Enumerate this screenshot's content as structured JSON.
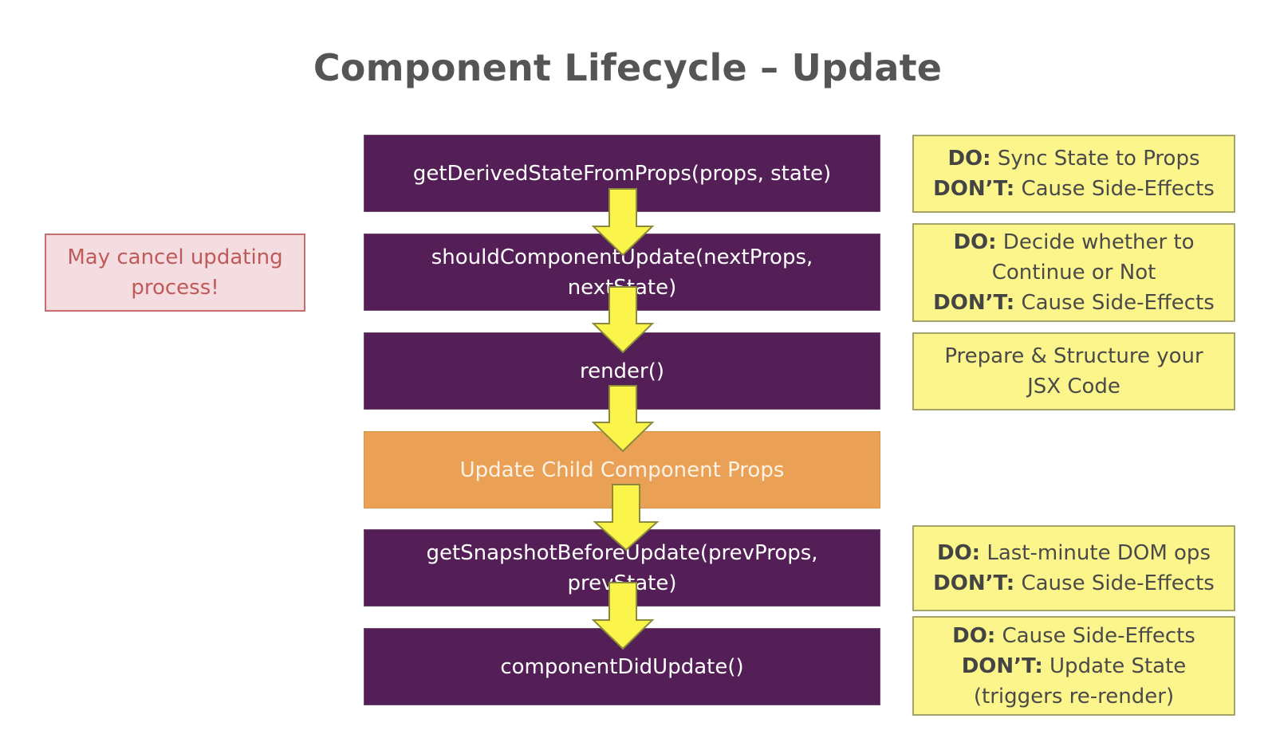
{
  "title": "Component Lifecycle – Update",
  "warning": {
    "line1": "May cancel updating",
    "line2": "process!"
  },
  "steps": [
    {
      "line1": "getDerivedStateFromProps(props, state)",
      "line2": ""
    },
    {
      "line1": "shouldComponentUpdate(nextProps,",
      "line2": "nextState)"
    },
    {
      "line1": "render()",
      "line2": ""
    },
    {
      "line1": "Update Child Component Props",
      "line2": ""
    },
    {
      "line1": "getSnapshotBeforeUpdate(prevProps,",
      "line2": "prevState)"
    },
    {
      "line1": "componentDidUpdate()",
      "line2": ""
    }
  ],
  "notes": [
    {
      "do_label": "DO:",
      "do_text": " Sync State to Props",
      "dont_label": "DON’T:",
      "dont_text": " Cause Side-Effects"
    },
    {
      "do_label": "DO:",
      "do_text": " Decide whether to",
      "do_text2": "Continue or Not",
      "dont_label": "DON’T:",
      "dont_text": " Cause Side-Effects"
    },
    {
      "line1": "Prepare & Structure your",
      "line2": "JSX Code"
    },
    {
      "do_label": "DO:",
      "do_text": " Last-minute DOM ops",
      "dont_label": "DON’T:",
      "dont_text": " Cause Side-Effects"
    },
    {
      "do_label": "DO:",
      "do_text": " Cause Side-Effects",
      "dont_label": "DON’T:",
      "dont_text": " Update State",
      "dont_text2": "(triggers re-render)"
    }
  ],
  "colors": {
    "step": "#541f57",
    "highlight_step": "#eaa155",
    "note": "#fbf58b",
    "warning": "#f4dde0",
    "arrow": "#fbf44a"
  }
}
